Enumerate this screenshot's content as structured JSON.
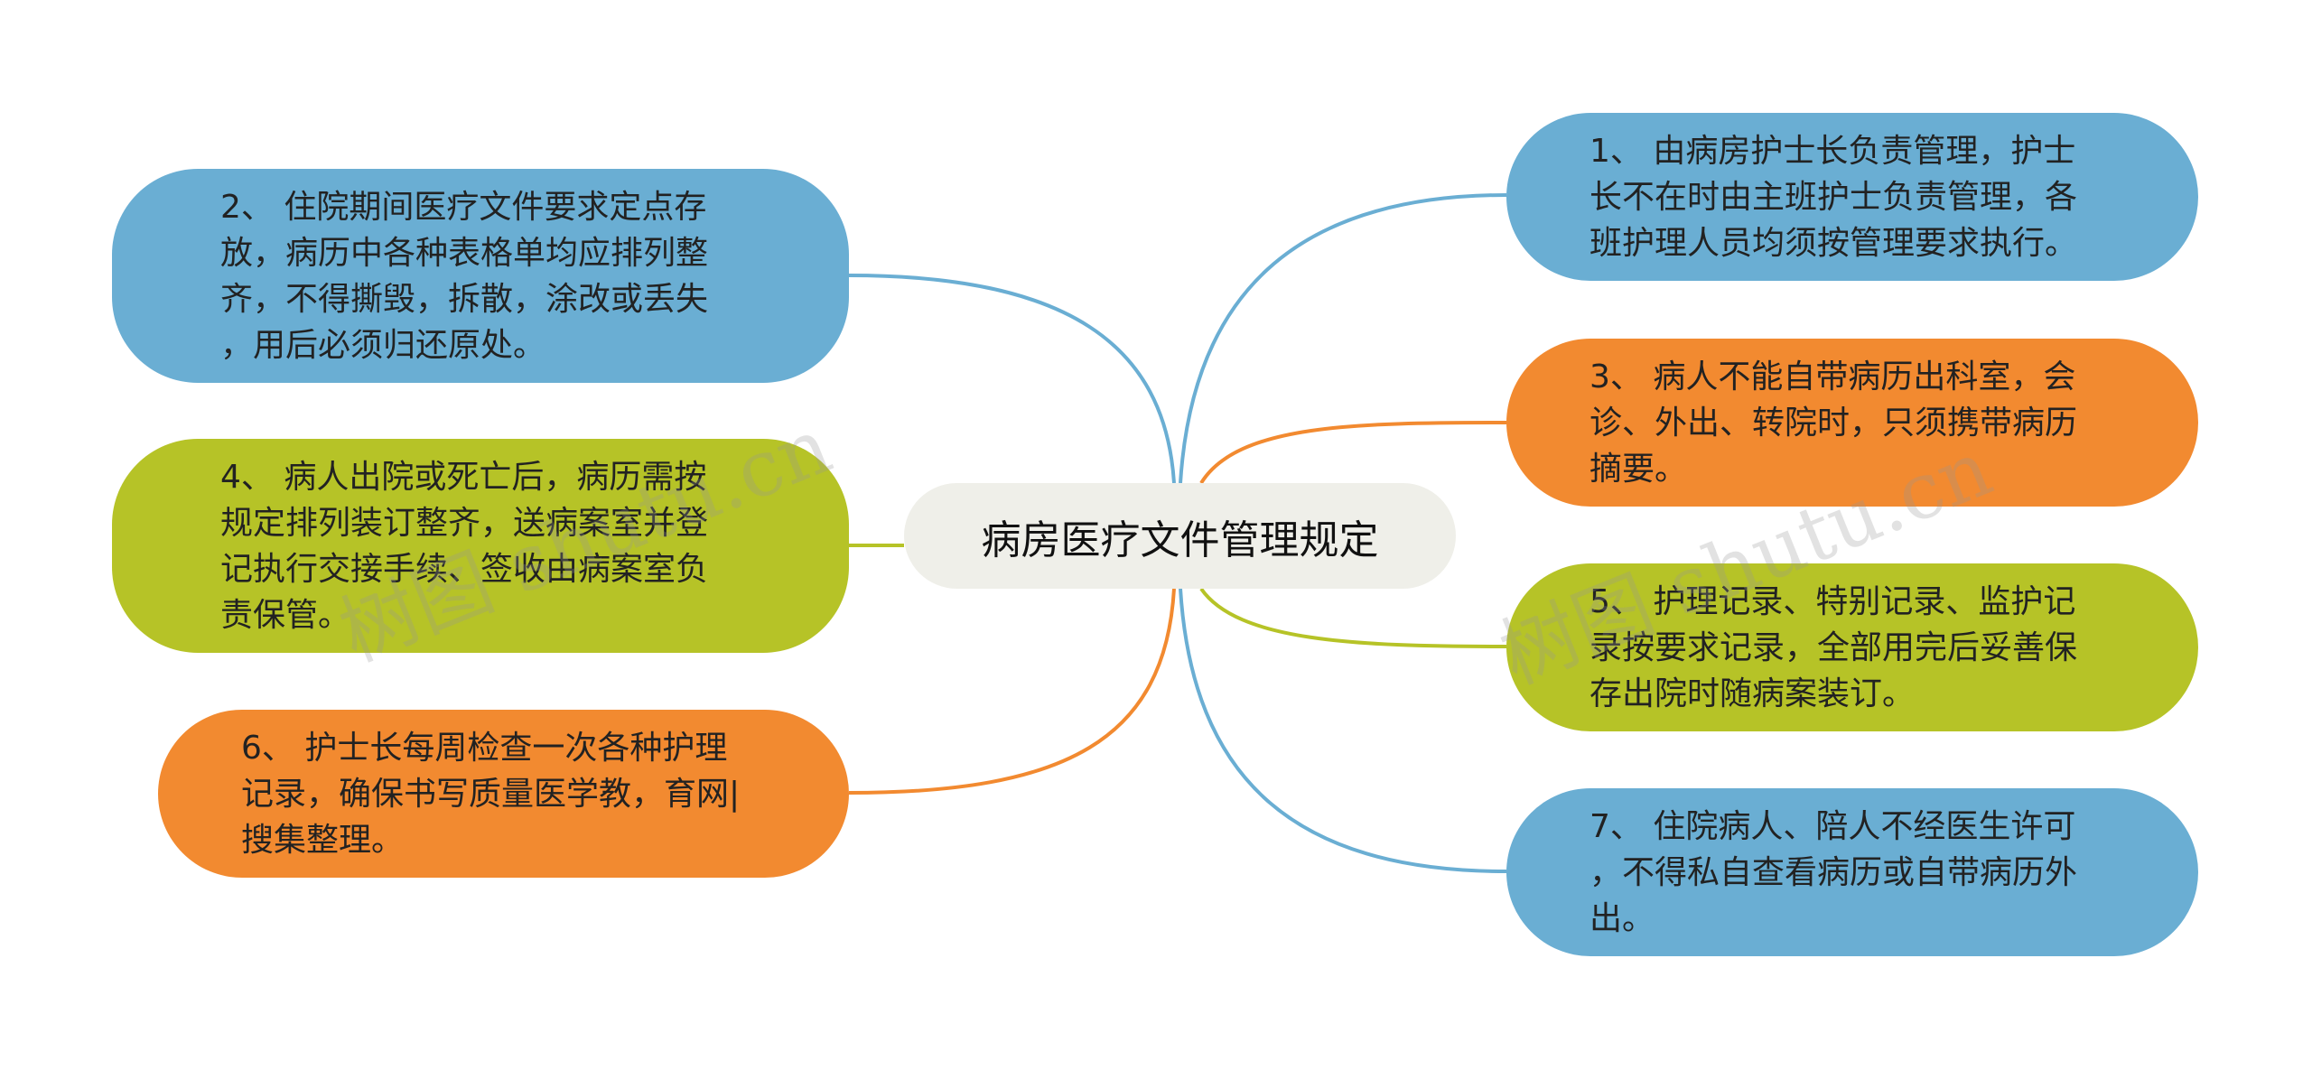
{
  "diagram": {
    "center_label": "病房医疗文件管理规定",
    "colors": {
      "blue": "#6aaed3",
      "orange": "#f28a30",
      "green": "#b6c327",
      "center": "#efefe9"
    },
    "nodes": [
      {
        "id": "n1",
        "color": "blue",
        "text": "1、 由病房护士长负责管理，护士\n长不在时由主班护士负责管理，各\n班护理人员均须按管理要求执行。"
      },
      {
        "id": "n2",
        "color": "blue",
        "text": "2、 住院期间医疗文件要求定点存\n放，病历中各种表格单均应排列整\n齐，不得撕毁，拆散，涂改或丢失\n，用后必须归还原处。"
      },
      {
        "id": "n3",
        "color": "orange",
        "text": "3、 病人不能自带病历出科室，会\n诊、外出、转院时，只须携带病历\n摘要。"
      },
      {
        "id": "n4",
        "color": "green",
        "text": "4、 病人出院或死亡后，病历需按\n规定排列装订整齐，送病案室并登\n记执行交接手续、签收由病案室负\n责保管。"
      },
      {
        "id": "n5",
        "color": "green",
        "text": "5、 护理记录、特别记录、监护记\n录按要求记录，全部用完后妥善保\n存出院时随病案装订。"
      },
      {
        "id": "n6",
        "color": "orange",
        "text": "6、 护士长每周检查一次各种护理\n记录，确保书写质量医学教，育网|\n搜集整理。"
      },
      {
        "id": "n7",
        "color": "blue",
        "text": "7、 住院病人、陪人不经医生许可\n，不得私自查看病历或自带病历外\n出。"
      }
    ]
  },
  "watermarks": [
    "树图 shutu.cn",
    "树图 shutu.cn"
  ]
}
